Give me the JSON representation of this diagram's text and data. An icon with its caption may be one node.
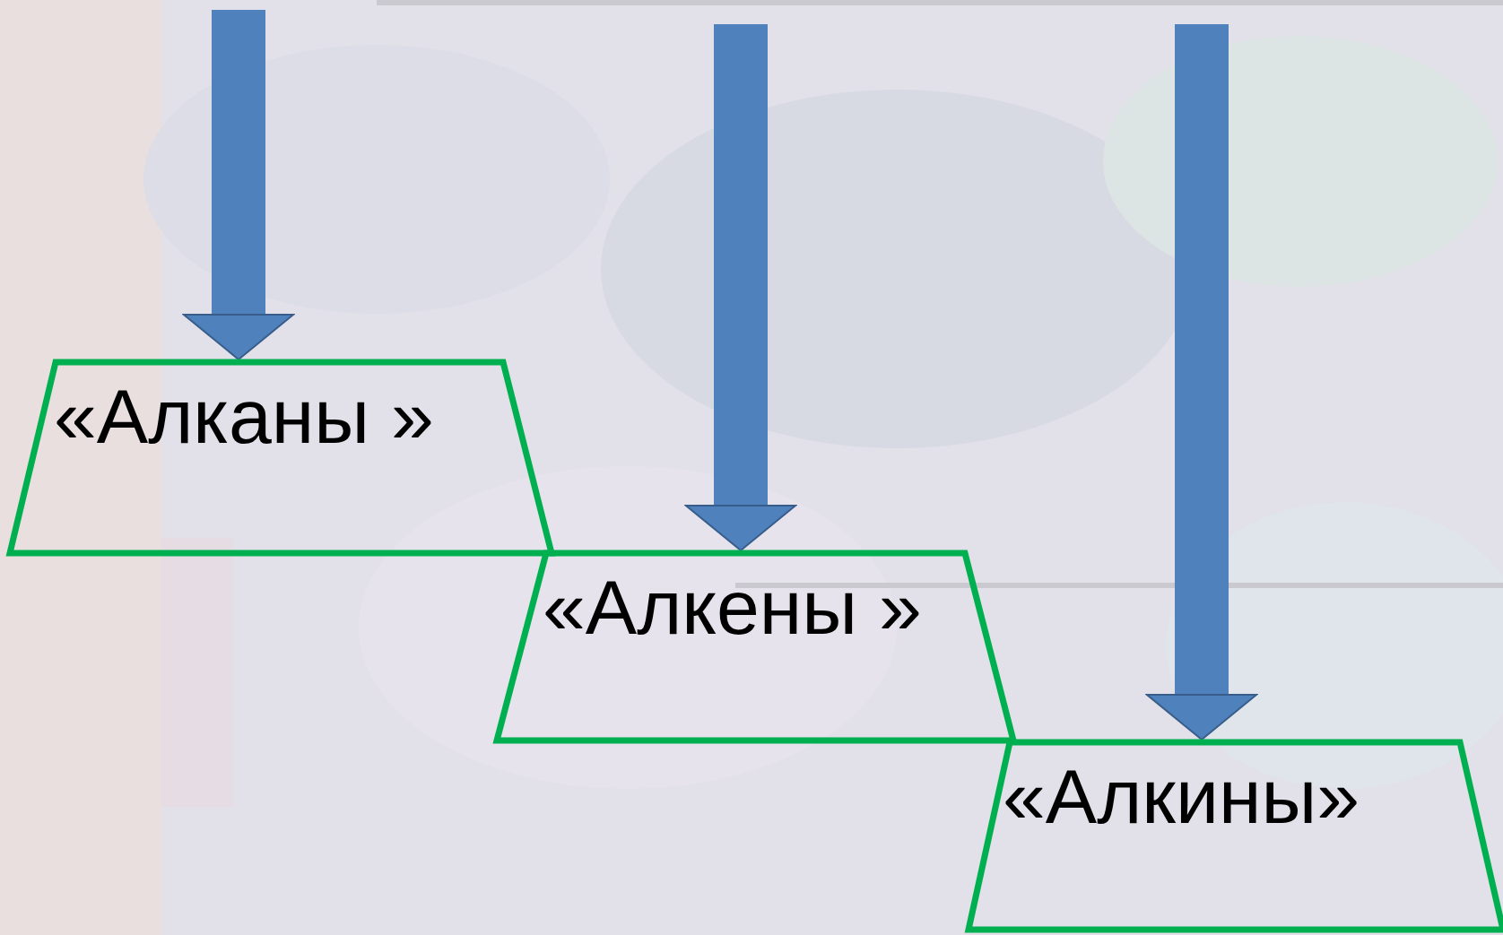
{
  "diagram": {
    "nodes": [
      {
        "text": [
          "«Алканы »"
        ]
      },
      {
        "text": [
          "«Алкены »"
        ]
      },
      {
        "text": [
          "«Алкины»"
        ]
      }
    ],
    "edges": [
      {
        "from": null,
        "to": 0,
        "arrow": "to"
      },
      {
        "from": null,
        "to": 1,
        "arrow": "to"
      },
      {
        "from": null,
        "to": 2,
        "arrow": "to"
      }
    ]
  }
}
